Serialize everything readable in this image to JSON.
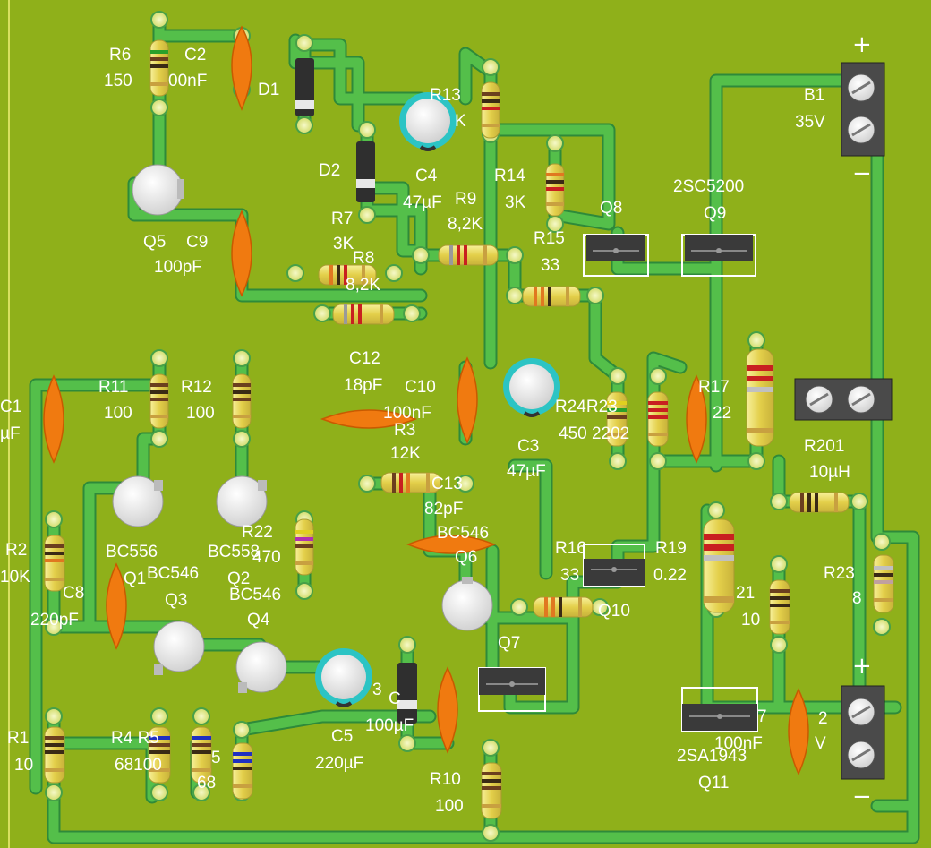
{
  "colors": {
    "board": "#8fb01a",
    "trace": "#48b448",
    "trace_edge": "#2e8a3a",
    "pad": "#dfe880",
    "label": "#ffffff",
    "ceramic_cap": "#f07a10",
    "electrolytic_rim": "#2cc4c4",
    "transistor_body": "#e6e6e6",
    "power_transistor": "#3a3a3a",
    "terminal_block": "#4a4a4a"
  },
  "labels": {
    "R6": "R6",
    "R6v": "150",
    "C2": "C2",
    "C2v": "00nF",
    "D1": "D1",
    "D2": "D2",
    "R13": "R13",
    "R13v": "K",
    "C4": "C4",
    "C4v": "47µF",
    "R14": "R14",
    "R14v": "3K",
    "R9": "R9",
    "R9v": "8,2K",
    "R7": "R7",
    "R7v": "3K",
    "R8": "R8",
    "R8v": "8,2K",
    "Q5": "Q5",
    "C9": "C9",
    "C9v": "100pF",
    "R15": "R15",
    "R15v": "33",
    "Q8": "Q8",
    "Q9": "Q9",
    "Q9p": "2SC5200",
    "B1": "B1",
    "B1v": "35V",
    "C12": "C12",
    "C12v": "18pF",
    "C10": "C10",
    "C10v": "100nF",
    "R11": "R11",
    "R11v": "100",
    "R12": "R12",
    "R12v": "100",
    "C1": "C1",
    "C1v": "µF",
    "R3": "R3",
    "R3v": "12K",
    "C13": "C13",
    "C13v": "82pF",
    "C3": "C3",
    "C3v": "47µF",
    "R24": "R24R23",
    "R24v": "450 2202",
    "R17": "R17",
    "R17v": "22",
    "R20": "R201",
    "R20v": "10µH",
    "R2": "R2",
    "R2v": "10K",
    "BC556": "BC556",
    "Q1": "Q1",
    "BC558": "BC558",
    "Q2": "Q2",
    "BC546a": "BC546",
    "Q3": "Q3",
    "BC546b": "BC546",
    "Q4": "Q4",
    "C8": "C8",
    "C8v": "220pF",
    "R22": "R22",
    "R22v": "470",
    "BC546c": "BC546",
    "Q6": "Q6",
    "R16": "R16",
    "R16v": "33",
    "R19": "R19",
    "R19v": "0.22",
    "Q10": "Q10",
    "R21": "21",
    "R21v": "10",
    "R23": "R23",
    "R23v": "8",
    "Q7": "Q7",
    "C5": "C5",
    "C5v": "220µF",
    "C_mid": "C",
    "C_midv": "100µF",
    "R4": "R4 R5",
    "R4v": "68100",
    "R5": "5",
    "R5v": "68",
    "R1": "R1",
    "R1v": "10",
    "R10": "R10",
    "R10v": "100",
    "Q11p": "2SA1943",
    "Q11": "Q11",
    "C7": "7",
    "C7v": "100nF",
    "B2": "2",
    "B2v": "V",
    "plus1": "+",
    "minus1": "−",
    "plus2": "+",
    "minus2": "−",
    "n3": "3"
  }
}
